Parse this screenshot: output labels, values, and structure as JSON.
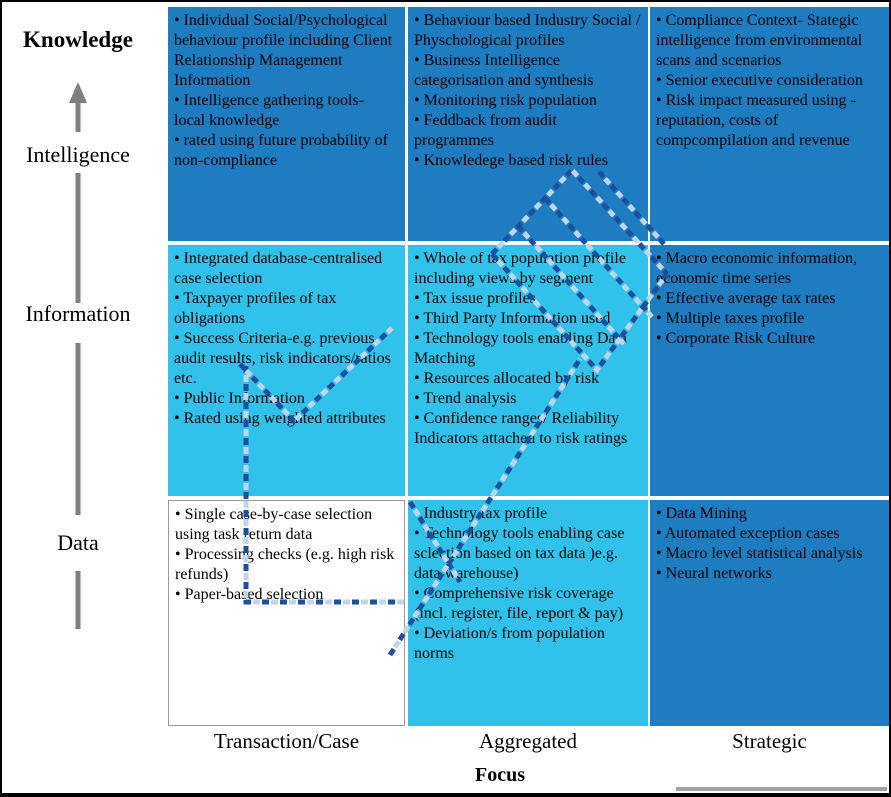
{
  "figure": {
    "description": "Compliance risk matrix: Knowledge/Intelligence/Information/Data versus Transaction/Case, Aggregated, Strategic focus"
  },
  "y_axis": {
    "labels": [
      "Knowledge",
      "Intelligence",
      "Information",
      "Data"
    ]
  },
  "x_axis": {
    "labels": [
      "Transaction/Case",
      "Aggregated",
      "Strategic"
    ],
    "title": "Focus"
  },
  "matrix": {
    "cells": [
      {
        "row": "Knowledge",
        "col": "Transaction/Case",
        "text": "• Individual Social/Psychological\nbehaviour profile including Client\nRelationship Management\nInformation\n• Intelligence gathering tools-\nlocal knowledge\n• rated using future probability of\nnon-compliance"
      },
      {
        "row": "Knowledge",
        "col": "Aggregated",
        "text": "• Behaviour based Industry Social /\nPhyschological profiles\n• Business Intelligence\ncategorisation and synthesis\n• Monitoring risk population\n• Feddback from audit\nprogrammes\n• Knowledege based risk rules"
      },
      {
        "row": "Knowledge",
        "col": "Strategic",
        "text": "• Compliance Context- Stategic\nintelligence from environmental\nscans and scenarios\n• Senior executive consideration\n• Risk impact measured using -\nreputation, costs of\ncompcompilation and revenue"
      },
      {
        "row": "Information",
        "col": "Transaction/Case",
        "text": "• Integrated database-centralised\ncase selection\n• Taxpayer profiles of tax\nobligations\n• Success Criteria-e.g. previous\naudit results, risk indicators/ratios\netc.\n• Public Information\n• Rated using weighted attributes"
      },
      {
        "row": "Information",
        "col": "Aggregated",
        "text": "• Whole of tax population profile\nincluding views by segment\n• Tax issue profiles\n• Third Party Information used\n• Technology tools enabling Data\nMatching\n• Resources allocated by risk\n• Trend analysis\n• Confidence ranges/ Reliability\nIndicators attached to risk ratings"
      },
      {
        "row": "Information",
        "col": "Strategic",
        "text": "• Macro economic information,\neconomic time series\n• Effective average tax rates\n• Multiple taxes profile\n• Corporate Risk Culture"
      },
      {
        "row": "Data",
        "col": "Transaction/Case",
        "text": "• Single case-by-case selection\nusing task return data\n• Processing checks (e.g. high risk\nrefunds)\n• Paper-based selection"
      },
      {
        "row": "Data",
        "col": "Aggregated",
        "text": "• Industry tax profile\n• Technology tools enabling case\nsclection based on tax data )e.g.\ndata warehouse)\n• Comprehensive risk coverage\n(incl. register, file, report & pay)\n• Deviation/s from population\nnorms"
      },
      {
        "row": "Data",
        "col": "Strategic",
        "text": "• Data Mining\n• Automated exception cases\n• Macro level statistical analysis\n• Neural networks"
      }
    ]
  },
  "colors": {
    "dark_blue_cell": "#1E7CC0",
    "light_cyan_cell": "#30C2EA",
    "white_cell": "#FFFFFF",
    "dash_dark": "#1C4F9C",
    "dash_light": "#C2D4EA",
    "axis_gray": "#7F7F7F",
    "divider_gray": "#A3A3A3",
    "border_black": "#000000"
  }
}
